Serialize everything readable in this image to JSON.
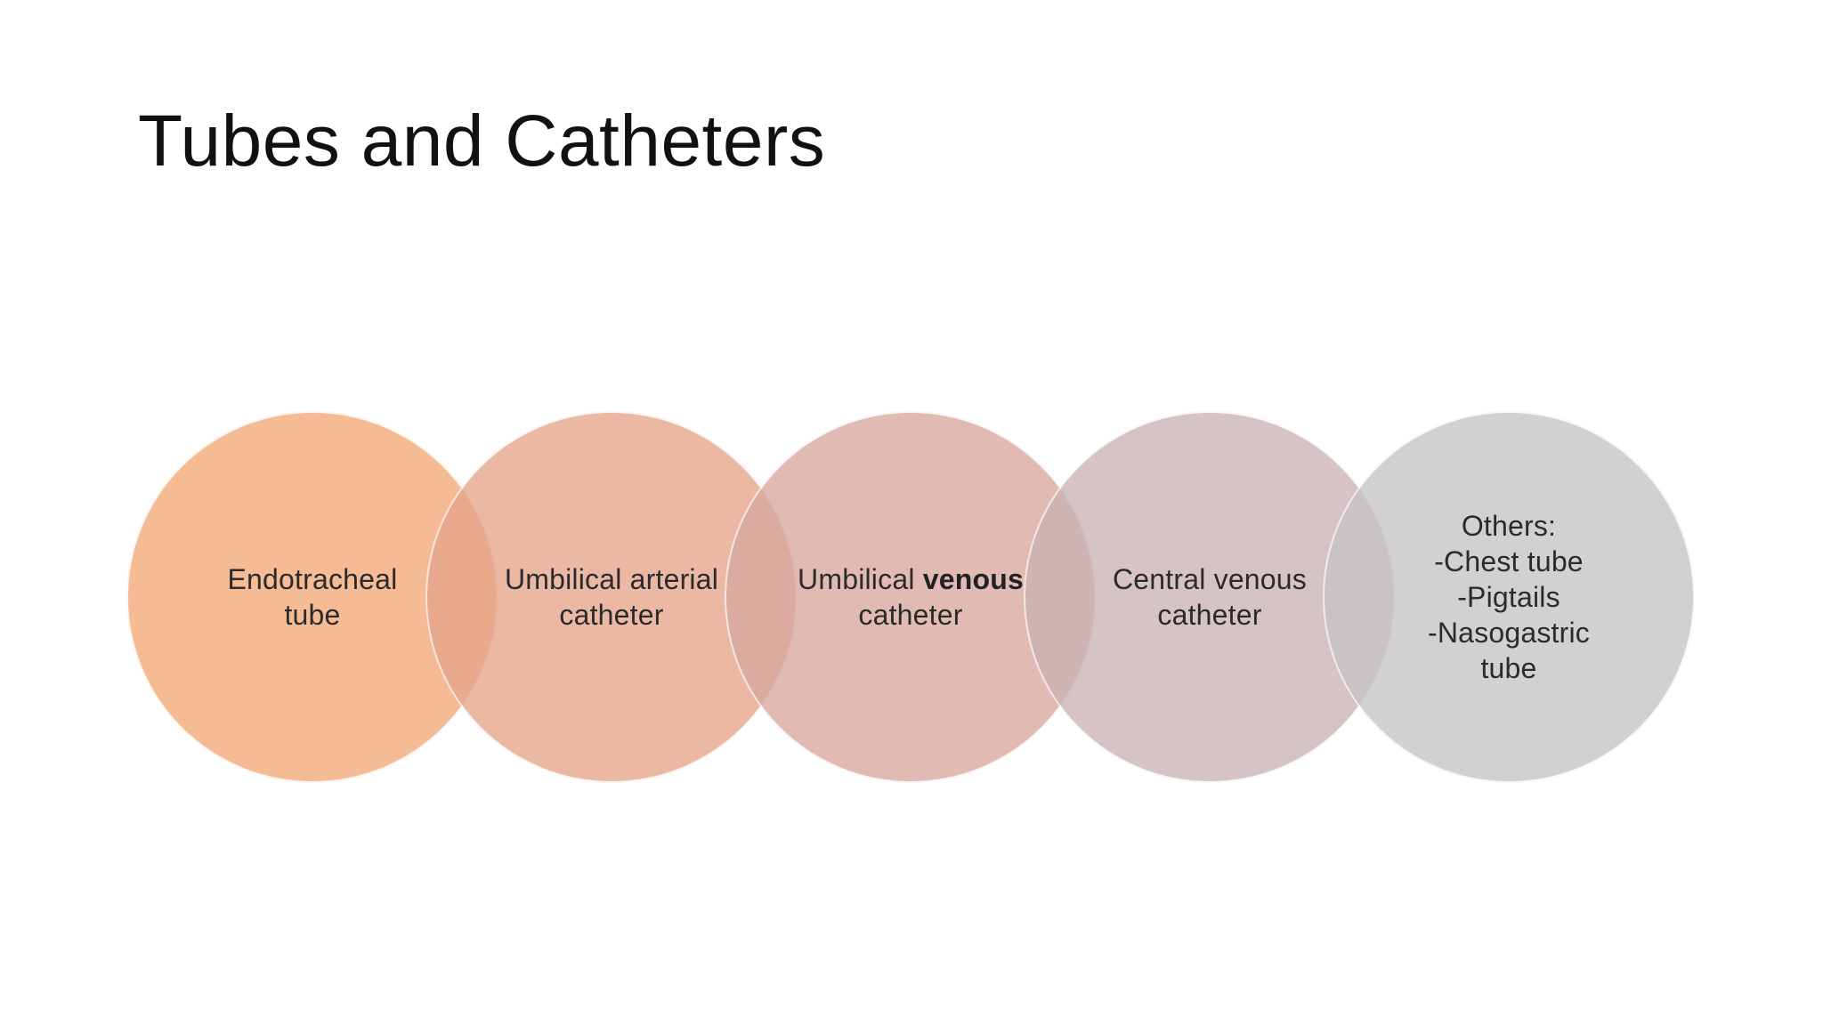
{
  "slide": {
    "title": "Tubes and Catheters"
  },
  "diagram": {
    "colors": [
      "#f2a877",
      "#e6a58b",
      "#d9a89e",
      "#cbb3b5",
      "#c6c4c6"
    ],
    "circles": [
      {
        "lines": [
          "Endotracheal",
          "tube"
        ]
      },
      {
        "lines": [
          "Umbilical arterial",
          "catheter"
        ]
      },
      {
        "line1_prefix": "Umbilical ",
        "line1_emphasis": "venous",
        "lines": [
          "catheter"
        ]
      },
      {
        "lines": [
          "Central venous",
          "catheter"
        ]
      },
      {
        "lines": [
          "Others:",
          "-Chest tube",
          "-Pigtails",
          "-Nasogastric",
          "tube"
        ]
      }
    ]
  }
}
